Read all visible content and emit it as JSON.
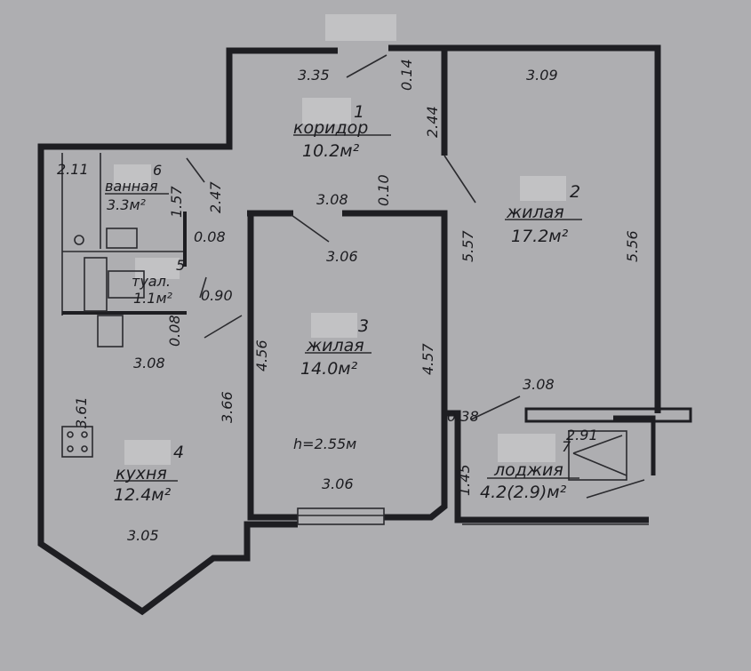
{
  "rooms": {
    "corridor": {
      "number": "1",
      "name": "коридор",
      "area": "10.2м²"
    },
    "living2": {
      "number": "2",
      "name": "жилая",
      "area": "17.2м²"
    },
    "living3": {
      "number": "3",
      "name": "жилая",
      "area": "14.0м²"
    },
    "kitchen": {
      "number": "4",
      "name": "кухня",
      "area": "12.4м²"
    },
    "toilet": {
      "number": "5",
      "name": "туал.",
      "area": "1.1м²"
    },
    "bathroom": {
      "number": "6",
      "name": "ванная",
      "area": "3.3м²"
    },
    "loggia": {
      "number": "7",
      "name": "лоджия",
      "area": "4.2(2.9)м²"
    }
  },
  "ceiling_height": "h=2.55м",
  "dimensions": {
    "d335": "3.35",
    "d014": "0.14",
    "d244": "2.44",
    "d309": "3.09",
    "d556": "5.56",
    "d557": "5.57",
    "d211": "2.11",
    "d157": "1.57",
    "d247": "2.47",
    "d308a": "3.08",
    "d010": "0.10",
    "d306a": "3.06",
    "d008a": "0.08",
    "d090": "0.90",
    "d008b": "0.08",
    "d308b": "3.08",
    "d456": "4.56",
    "d457": "4.57",
    "d361": "3.61",
    "d366": "3.66",
    "d308c": "3.08",
    "d038": "0.38",
    "d291": "2.91",
    "d145": "1.45",
    "d306b": "3.06",
    "d305": "3.05"
  }
}
